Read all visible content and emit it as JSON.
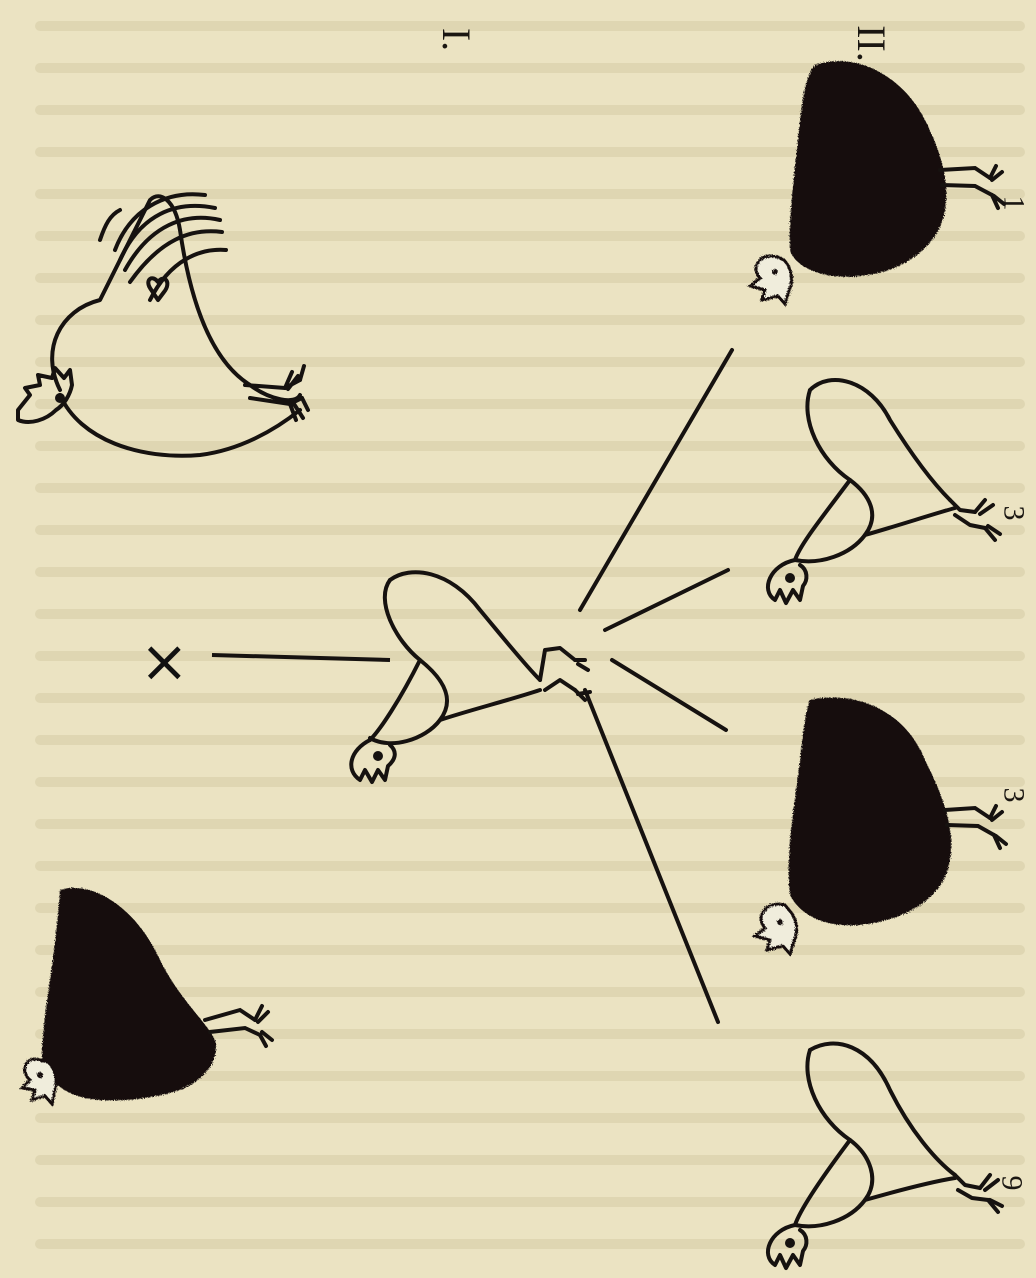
{
  "diagram": {
    "generation_labels": {
      "first": "I.",
      "second": "II."
    },
    "offspring_counts": {
      "black_top": "1",
      "white_upper": "3",
      "black_lower": "3",
      "white_bottom": "9"
    },
    "cross_symbol": "×"
  },
  "colors": {
    "paper": "#ebe3c2",
    "ink": "#1b1712",
    "faint_text": "#d9cfaa"
  }
}
